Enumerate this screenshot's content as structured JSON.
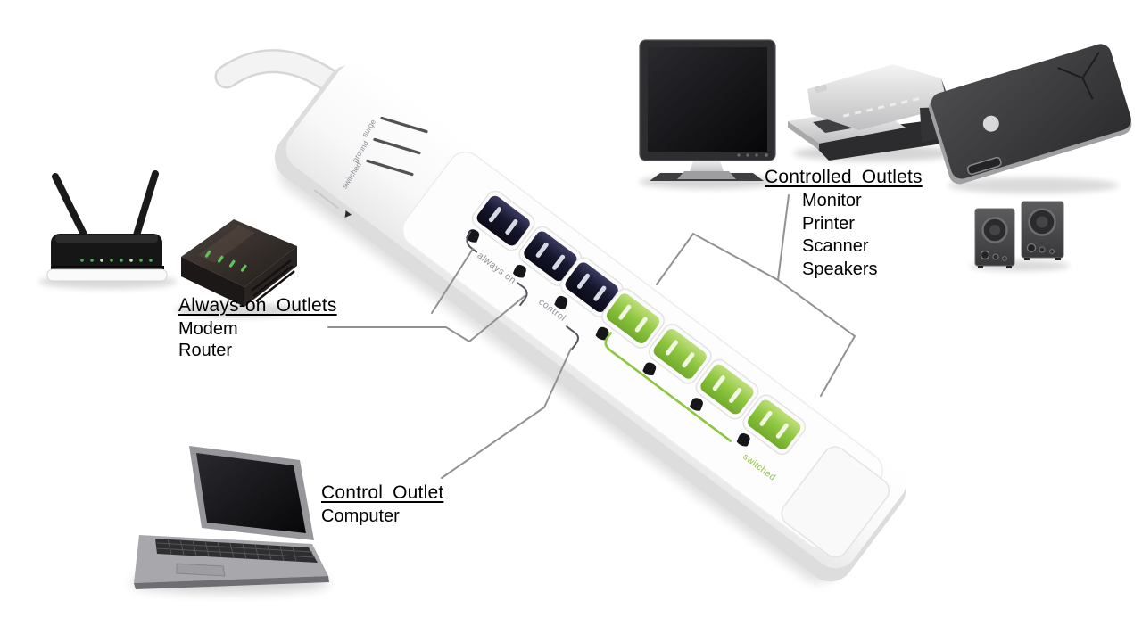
{
  "annotations": {
    "always_on": {
      "title": "Always-on Outlets",
      "items": [
        "Modem",
        "Router"
      ]
    },
    "control": {
      "title": "Control Outlet",
      "items": [
        "Computer"
      ]
    },
    "controlled": {
      "title": "Controlled Outlets",
      "items": [
        "Monitor",
        "Printer",
        "Scanner",
        "Speakers"
      ]
    }
  },
  "strip": {
    "indicator_labels": [
      "surge",
      "ground",
      "switched"
    ],
    "outlet_group_labels": {
      "always_on": "always on",
      "control": "control",
      "switched": "switched"
    },
    "outlets": {
      "always_on": {
        "count": 2,
        "color": "navy",
        "positions_u": [
          248,
          314
        ]
      },
      "control": {
        "count": 1,
        "color": "navy",
        "positions_u": [
          372
        ]
      },
      "switched": {
        "count": 4,
        "color": "green",
        "positions_u": [
          430,
          496,
          562,
          628
        ]
      }
    },
    "colors": {
      "switched_green": "#8dc63f",
      "outlet_navy": "#16162e",
      "label_gray": "#8e8e96",
      "leader_gray": "#919191"
    }
  },
  "devices": [
    "router",
    "modem",
    "monitor",
    "printer",
    "scanner",
    "speakers",
    "laptop"
  ]
}
